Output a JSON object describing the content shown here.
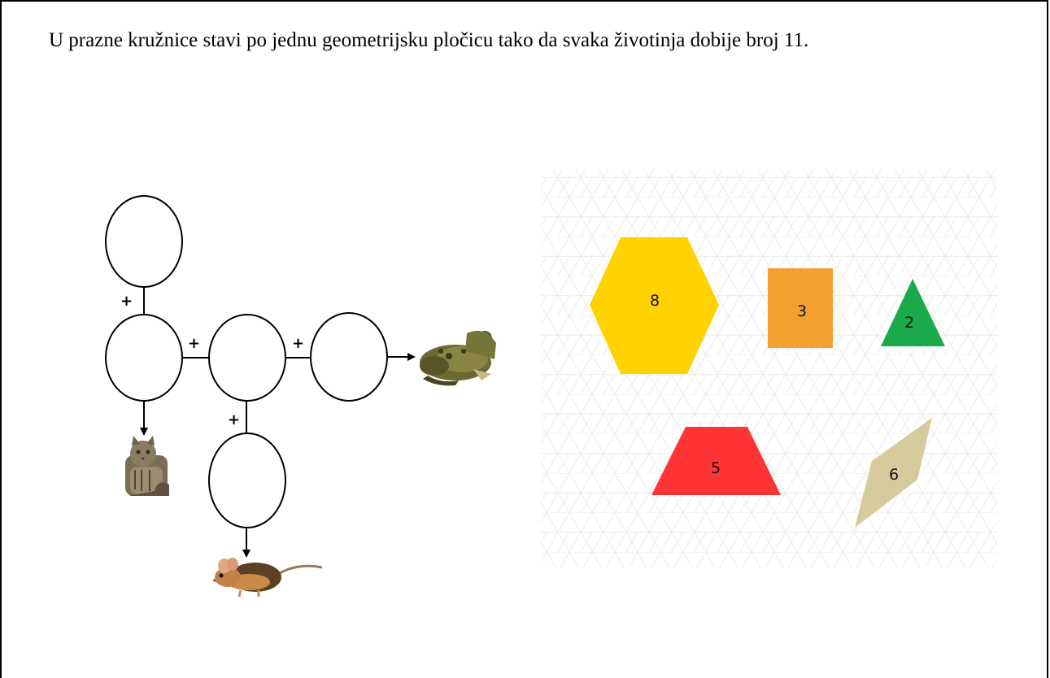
{
  "instruction": "U prazne kružnice stavi po jednu geometrijsku pločicu tako da svaka životinja dobije broj 11.",
  "diagram": {
    "plus_sign": "+",
    "animals": [
      {
        "name": "frog-icon"
      },
      {
        "name": "cat-icon"
      },
      {
        "name": "mouse-icon"
      }
    ]
  },
  "tiles": [
    {
      "shape": "hexagon",
      "value": "8",
      "color": "#FFD200"
    },
    {
      "shape": "square",
      "value": "3",
      "color": "#F4A031"
    },
    {
      "shape": "triangle",
      "value": "2",
      "color": "#1AAA4A"
    },
    {
      "shape": "trapezoid",
      "value": "5",
      "color": "#FF3535"
    },
    {
      "shape": "rhombus",
      "value": "6",
      "color": "#D6CB9D"
    }
  ]
}
